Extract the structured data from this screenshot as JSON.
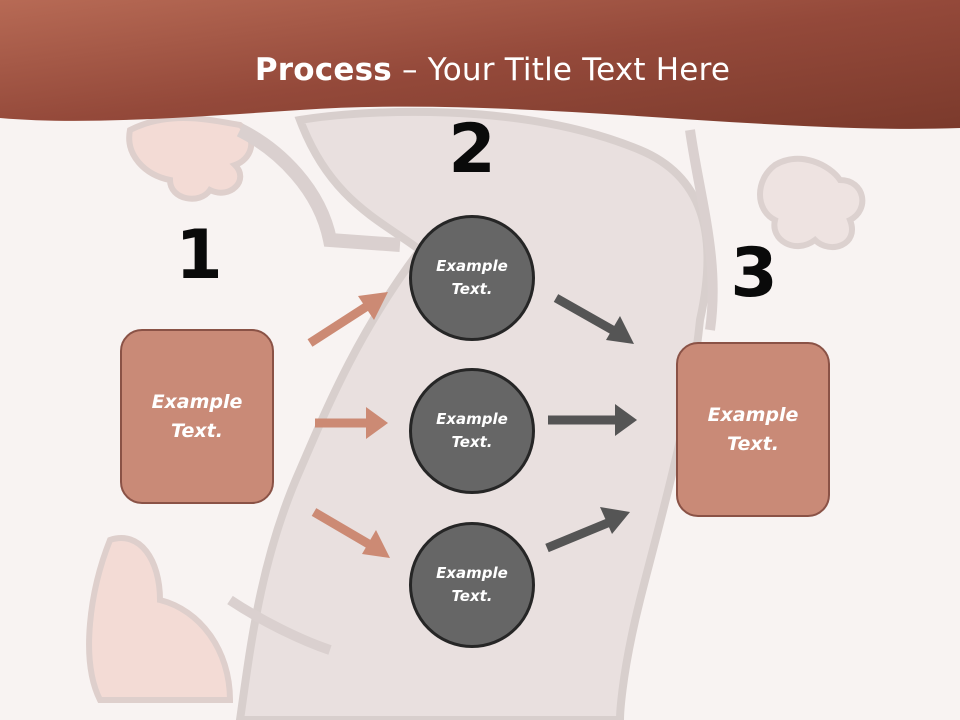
{
  "title": {
    "bold": "Process",
    "rest": " – Your Title Text Here"
  },
  "steps": [
    {
      "number": "1",
      "label": "Example\nText."
    },
    {
      "number": "2",
      "items": [
        "Example\nText.",
        "Example\nText.",
        "Example\nText."
      ]
    },
    {
      "number": "3",
      "label": "Example\nText."
    }
  ],
  "colors": {
    "header": "#a45a42",
    "box_fill": "#c98a77",
    "box_border": "#8a5246",
    "circle_fill": "#666666",
    "circle_border": "#262626",
    "arrow_left": "#cc8a74",
    "arrow_right": "#555555",
    "background": "#f8f3f2"
  },
  "icons": {
    "background": "cartoon-character-illustration"
  }
}
